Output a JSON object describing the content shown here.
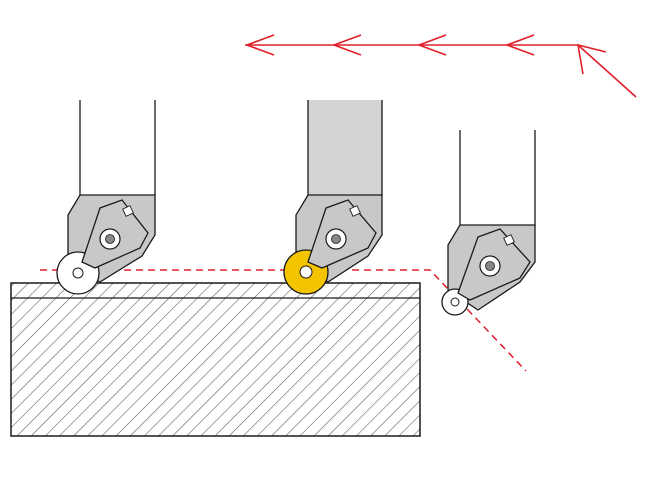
{
  "diagram": {
    "description_text": "",
    "colors": {
      "path": "#e0202a",
      "outline": "#1a1a1a",
      "holder_active": "#d4d4d4",
      "holder_body": "#c8c8c8",
      "insert_active": "#f5c400",
      "insert": "#ffffff",
      "workpiece_hatch": "#555555"
    },
    "tools": [
      {
        "name": "tool-left",
        "state": "idle"
      },
      {
        "name": "tool-center",
        "state": "cutting"
      },
      {
        "name": "tool-right",
        "state": "exit"
      }
    ],
    "feed_direction": "leftward"
  }
}
